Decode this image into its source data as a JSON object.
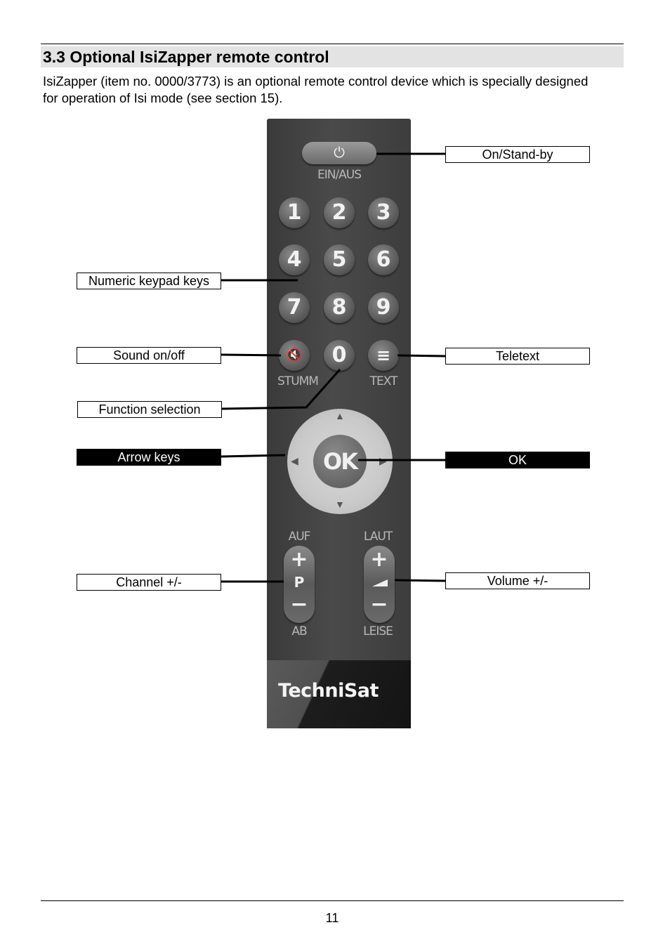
{
  "section": {
    "title": "3.3 Optional IsiZapper remote control",
    "intro": "IsiZapper (item no. 0000/3773) is an optional remote control device which is specially designed for operation of Isi mode (see section 15)."
  },
  "callouts": {
    "on_standby": "On/Stand-by",
    "numeric_keypad": "Numeric keypad keys",
    "sound": "Sound on/off",
    "teletext": "Teletext",
    "function_selection": "Function selection",
    "arrow_keys": "Arrow keys",
    "ok": "OK",
    "channel": "Channel +/-",
    "volume": "Volume +/-"
  },
  "remote": {
    "power_symbol": "⏻",
    "power_caption": "EIN/AUS",
    "keys": [
      "1",
      "2",
      "3",
      "4",
      "5",
      "6",
      "7",
      "8",
      "9",
      "0"
    ],
    "mute_symbol": "🔇",
    "mute_caption": "STUMM",
    "text_symbol": "≡",
    "text_caption": "TEXT",
    "ok_label": "OK",
    "channel_up_caption": "AUF",
    "channel_down_caption": "AB",
    "channel_letter": "P",
    "volume_up_caption": "LAUT",
    "volume_down_caption": "LEISE",
    "plus": "+",
    "minus": "−",
    "brand": "TechniSat"
  },
  "footer": {
    "page_number": "11"
  }
}
